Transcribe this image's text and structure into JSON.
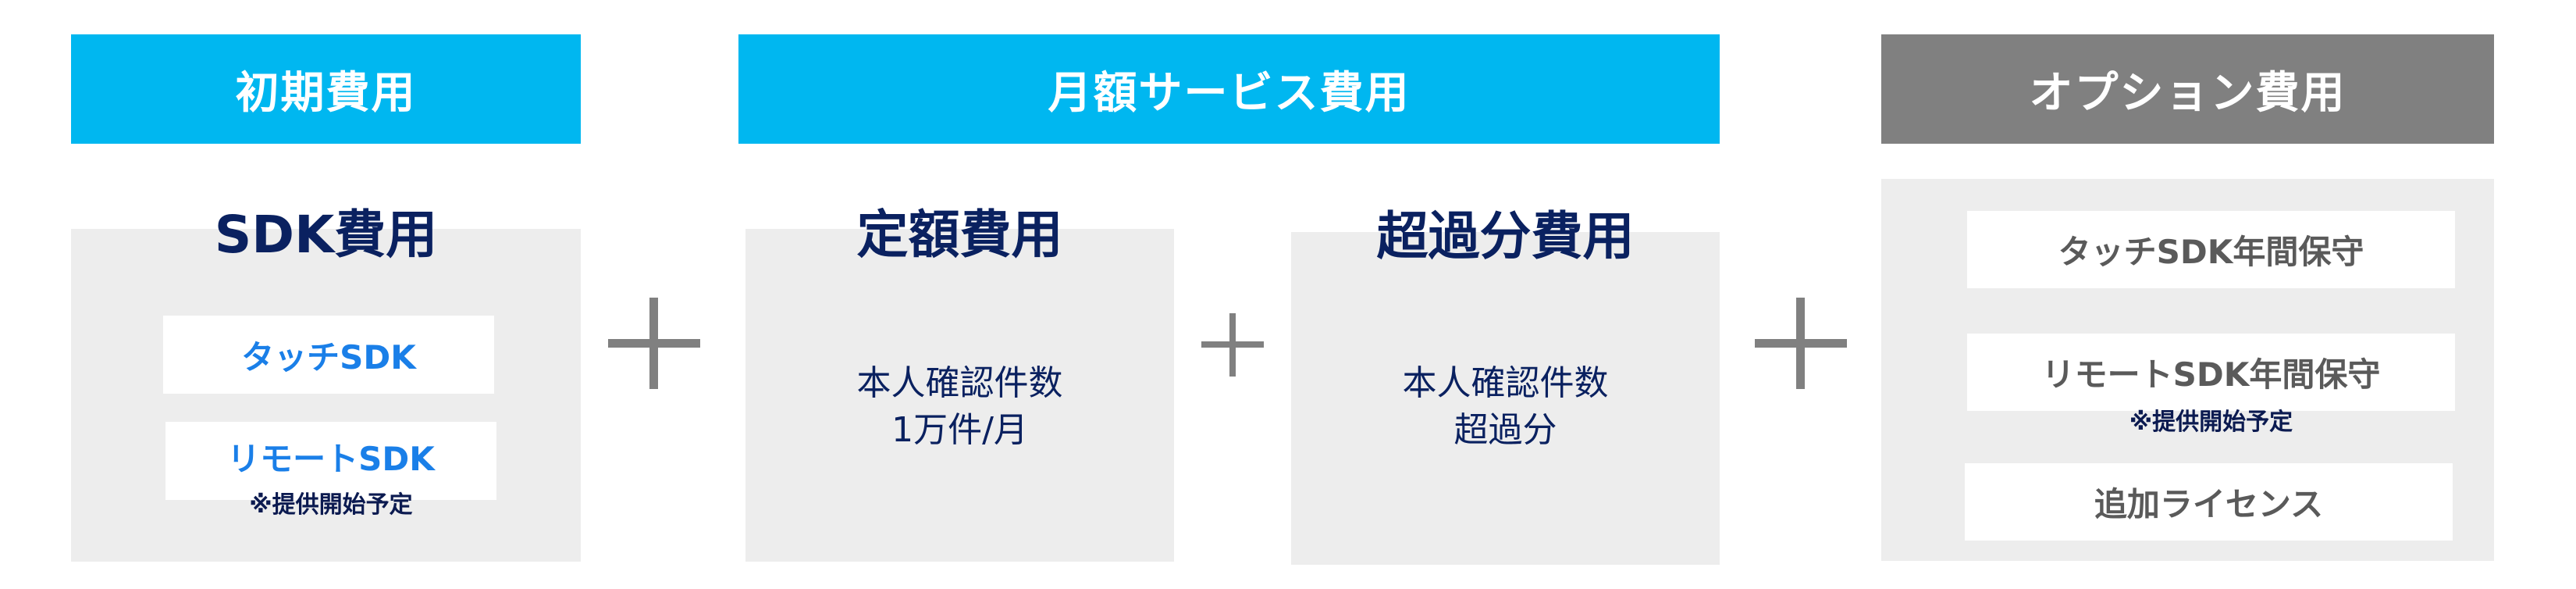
{
  "headers": {
    "initial": "初期費用",
    "monthly": "月額サービス費用",
    "option": "オプション費用"
  },
  "initial_panel": {
    "title": "SDK費用",
    "items": [
      {
        "label": "タッチSDK"
      },
      {
        "label": "リモートSDK",
        "note": "※提供開始予定"
      }
    ]
  },
  "fixed_panel": {
    "title": "定額費用",
    "lines": [
      "本人確認件数",
      "1万件/月"
    ]
  },
  "overage_panel": {
    "title": "超過分費用",
    "lines": [
      "本人確認件数",
      "超過分"
    ]
  },
  "option_panel": {
    "items": [
      {
        "label": "タッチSDK年間保守"
      },
      {
        "label": "リモートSDK年間保守",
        "note": "※提供開始予定"
      },
      {
        "label": "追加ライセンス"
      }
    ]
  },
  "operators": [
    "plus-icon",
    "plus-icon",
    "plus-icon"
  ],
  "colors": {
    "header_blue": "#00B7F0",
    "header_gray": "#808080",
    "panel_bg": "#EDEDED",
    "title_navy": "#0A2160",
    "sdk_blue": "#1A7FE8",
    "option_text_gray": "#5A5A5A",
    "plus_gray": "#808080"
  }
}
